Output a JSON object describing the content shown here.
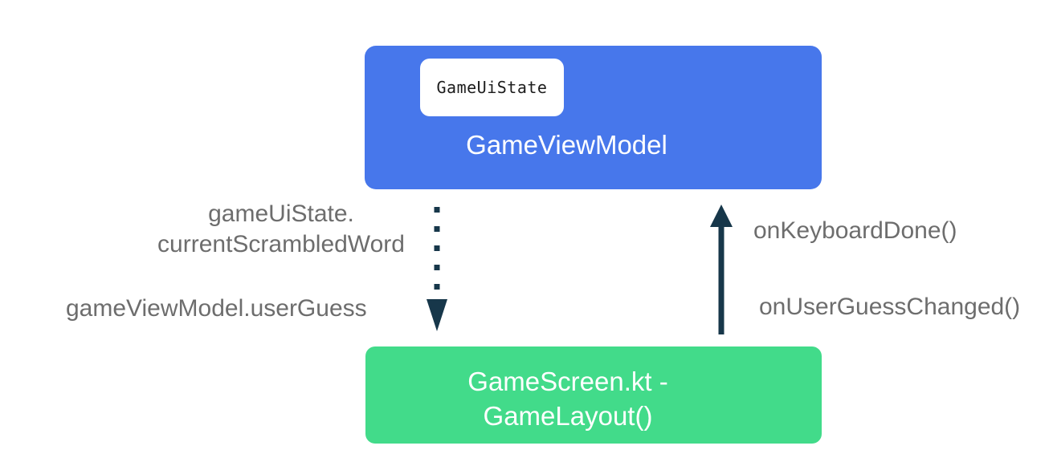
{
  "diagram": {
    "viewmodel_box": {
      "title": "GameViewModel",
      "badge": "GameUiState"
    },
    "screen_box": {
      "title_line1": "GameScreen.kt -",
      "title_line2": "GameLayout()"
    },
    "labels": {
      "state_flow_line1": "gameUiState.",
      "state_flow_line2": "currentScrambledWord",
      "user_guess": "gameViewModel.userGuess",
      "keyboard_done": "onKeyboardDone()",
      "user_guess_changed": "onUserGuessChanged()"
    },
    "colors": {
      "viewmodel_box_bg": "#4777EB",
      "screen_box_bg": "#42DB8A",
      "arrow": "#17374A",
      "label_text": "#6D6D6D",
      "box_text": "#FFFFFF",
      "badge_bg": "#FFFFFF",
      "badge_text": "#1C1C1C",
      "background": "#FFFFFF"
    }
  }
}
